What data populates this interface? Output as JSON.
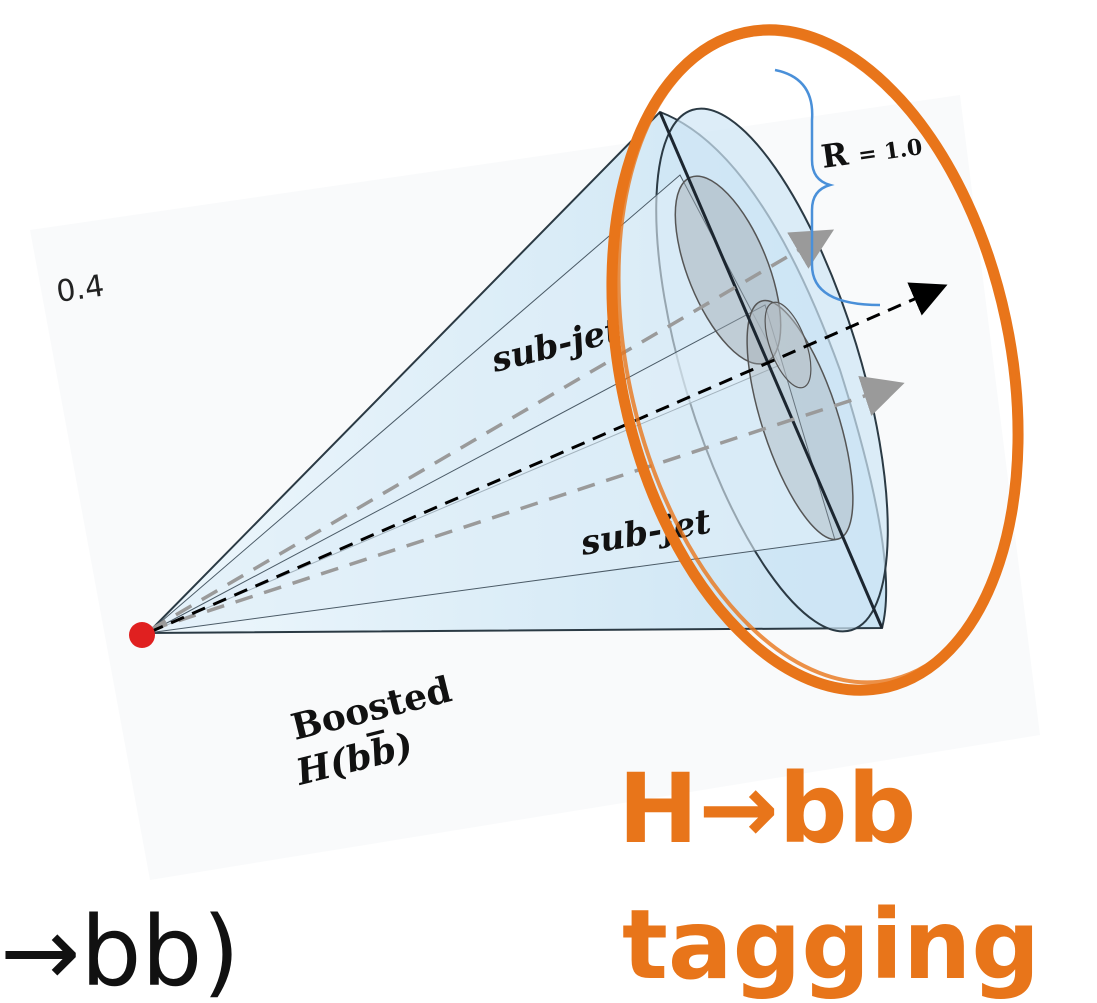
{
  "diagram": {
    "r_small_label": "0.4",
    "r_large_prefix": "R",
    "r_large_value": "= 1.0",
    "subjet_upper": "sub-jet",
    "subjet_lower": "sub-jet",
    "boosted_line1": "Boosted",
    "boosted_line2": "H(bb̅)",
    "left_caption": "→bb)",
    "tag_line1": "H→bb",
    "tag_line2": "tagging"
  },
  "colors": {
    "cone_fill": "#d6ecf8",
    "cone_stroke": "#2b3a44",
    "origin_dot": "#e02020",
    "highlight": "#e8751a",
    "brace": "#4a90d9",
    "grey_arrow": "#9a9a9a"
  }
}
